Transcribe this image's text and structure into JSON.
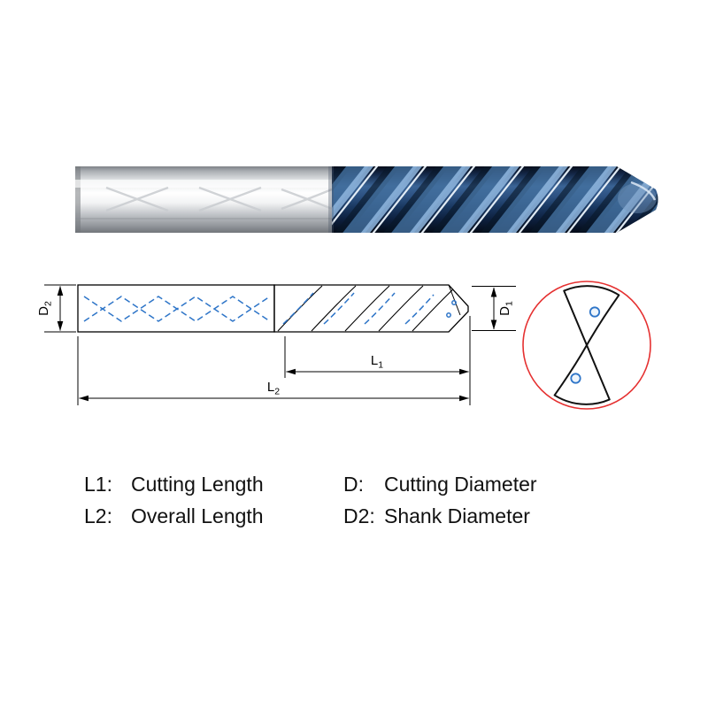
{
  "diagram": {
    "labels": {
      "d2": {
        "main": "D",
        "sub": "2"
      },
      "d1": {
        "main": "D",
        "sub": "1"
      },
      "l1": {
        "main": "L",
        "sub": "1"
      },
      "l2": {
        "main": "L",
        "sub": "2"
      }
    }
  },
  "legend": {
    "items": [
      {
        "label": "L1:",
        "text": "Cutting Length"
      },
      {
        "label": "D:",
        "text": "Cutting Diameter"
      },
      {
        "label": "L2:",
        "text": "Overall Length"
      },
      {
        "label": "D2:",
        "text": "Shank Diameter"
      }
    ]
  },
  "colors": {
    "coolant_blue": "#2e75c8",
    "end_view_red": "#e53030",
    "outline_black": "#000000"
  }
}
